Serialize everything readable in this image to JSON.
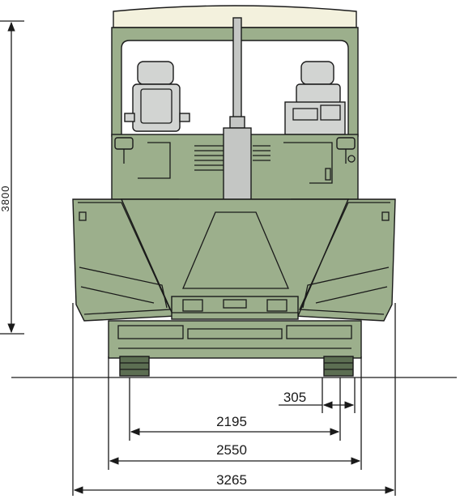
{
  "colors": {
    "machine_green": "#9caf8c",
    "machine_dark": "#5c6e52",
    "canopy": "#f3f1dd",
    "seat_grey": "#d2d4d2",
    "column_grey": "#c4c6c4",
    "line": "#1a1a1a"
  },
  "dimensions": {
    "height": "3800",
    "track_width": "305",
    "inner_width": "2195",
    "track_outer": "2550",
    "overall_width": "3265"
  }
}
